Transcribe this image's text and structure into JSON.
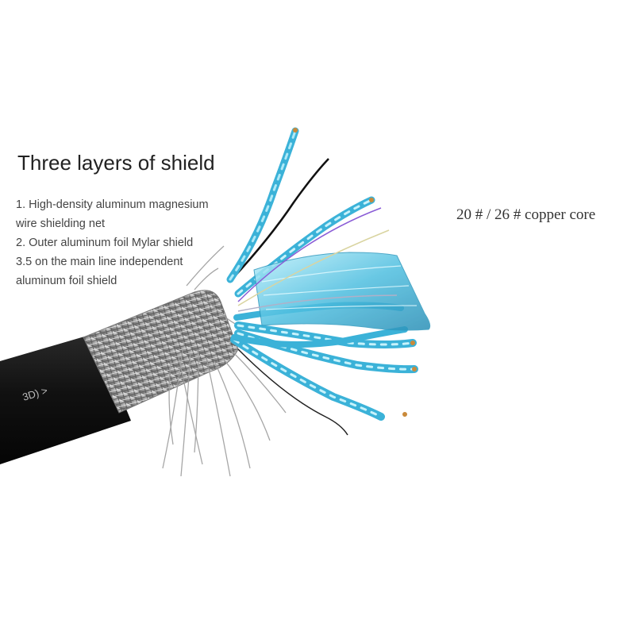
{
  "title": "Three layers of shield",
  "shield_list": {
    "line1": "1. High-density aluminum magnesium",
    "line2": "wire shielding net",
    "line3": "2. Outer aluminum foil Mylar shield",
    "line4": "3.5 on the main line independent",
    "line5": "aluminum foil shield"
  },
  "core_label": "20 # / 26 # copper core",
  "cable_print": "3D) >",
  "colors": {
    "background": "#ffffff",
    "jacket": "#1b1b1b",
    "braid": "#a9a9a9",
    "foil_blue": "#5ec8e6"
  }
}
